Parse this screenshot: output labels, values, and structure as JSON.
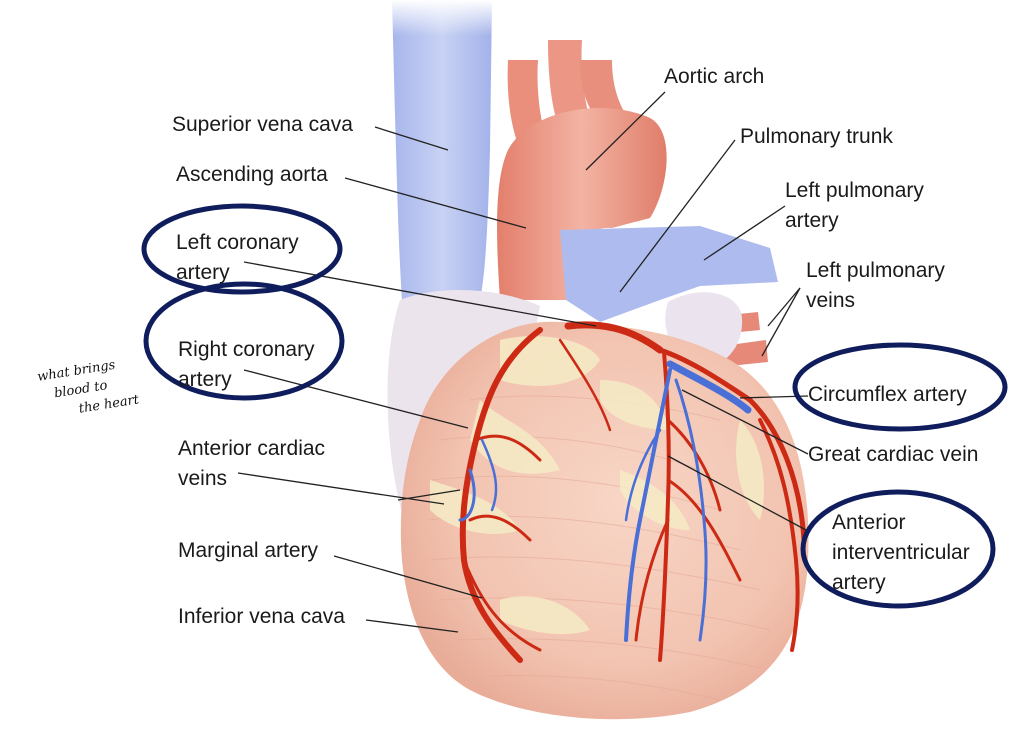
{
  "labels": {
    "aortic_arch": "Aortic arch",
    "superior_vena_cava": "Superior vena cava",
    "pulmonary_trunk": "Pulmonary trunk",
    "ascending_aorta": "Ascending aorta",
    "left_pulmonary_artery": [
      "Left pulmonary",
      "artery"
    ],
    "left_coronary_artery": [
      "Left coronary",
      "artery"
    ],
    "left_pulmonary_veins": [
      "Left pulmonary",
      "veins"
    ],
    "right_coronary_artery": [
      "Right coronary",
      "artery"
    ],
    "circumflex_artery": "Circumflex artery",
    "great_cardiac_vein": "Great cardiac vein",
    "anterior_cardiac_veins": [
      "Anterior cardiac",
      "veins"
    ],
    "anterior_interventricular_artery": [
      "Anterior",
      "interventricular",
      "artery"
    ],
    "marginal_artery": "Marginal artery",
    "inferior_vena_cava": "Inferior vena cava"
  },
  "handwritten_note": [
    "what brings",
    "blood to",
    "the heart"
  ],
  "colors": {
    "vein_blue": "#4a6fd6",
    "vessel_vein_fill": "#c2ccf2",
    "artery_red": "#cc2a14",
    "aorta_fill": "#ec9a86",
    "heart_muscle": "#f4c8b6",
    "fat_yellow": "#f6ecc6",
    "atrium_white": "#ece4ec",
    "annotation_ink": "#0f1d5c"
  }
}
